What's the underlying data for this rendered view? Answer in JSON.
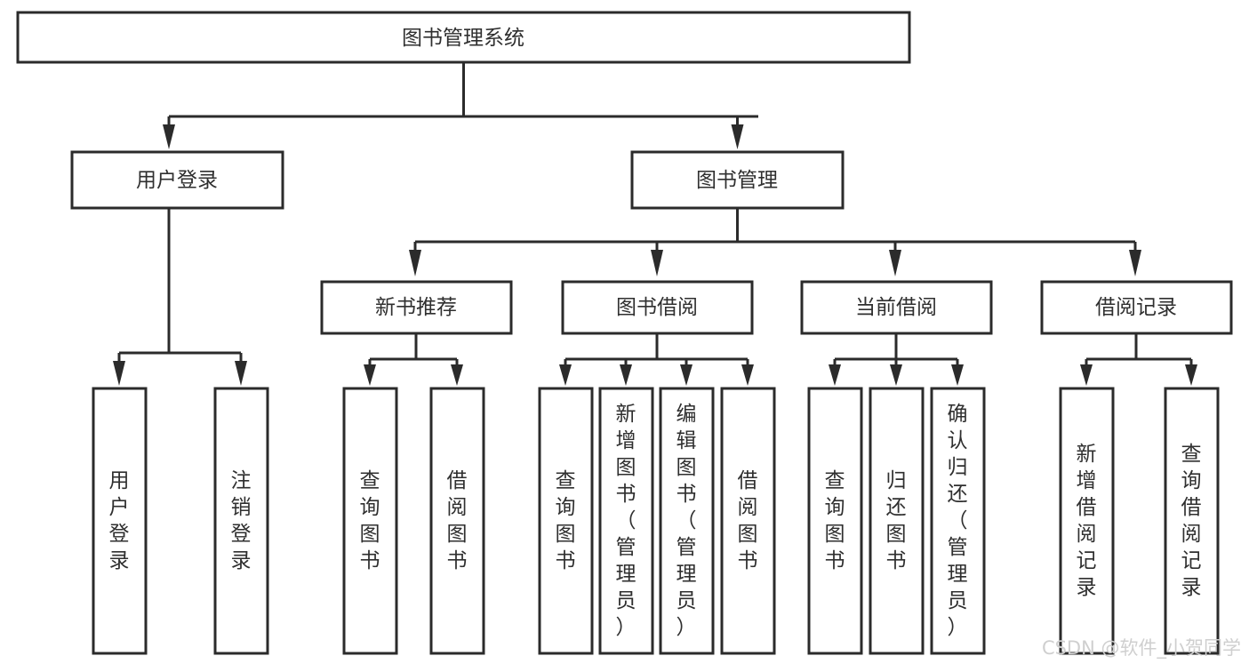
{
  "diagram": {
    "type": "tree-hierarchy-chart",
    "title": "图书管理系统",
    "orientation": "top-down",
    "colors": {
      "box_border": "#2b2b2b",
      "box_fill": "#ffffff",
      "connector": "#2b2b2b",
      "text": "#2f2f2f",
      "background": "#ffffff",
      "watermark": "#cfcfcf"
    },
    "root": {
      "label": "图书管理系统"
    },
    "level1": [
      {
        "label": "用户登录"
      },
      {
        "label": "图书管理"
      }
    ],
    "level2": [
      {
        "label": "新书推荐"
      },
      {
        "label": "图书借阅"
      },
      {
        "label": "当前借阅"
      },
      {
        "label": "借阅记录"
      }
    ],
    "leaves": {
      "user_login": [
        {
          "label": "用户登录"
        },
        {
          "label": "注销登录"
        }
      ],
      "new_book_recommend": [
        {
          "label": "查询图书"
        },
        {
          "label": "借阅图书"
        }
      ],
      "book_borrow": [
        {
          "label": "查询图书"
        },
        {
          "label": "新增图书（管理员）"
        },
        {
          "label": "编辑图书（管理员）"
        },
        {
          "label": "借阅图书"
        }
      ],
      "current_borrow": [
        {
          "label": "查询图书"
        },
        {
          "label": "归还图书"
        },
        {
          "label": "确认归还（管理员）"
        }
      ],
      "borrow_record": [
        {
          "label": "新增借阅记录"
        },
        {
          "label": "查询借阅记录"
        }
      ]
    }
  },
  "watermark": {
    "text": "CSDN @软件_小贺同学"
  }
}
